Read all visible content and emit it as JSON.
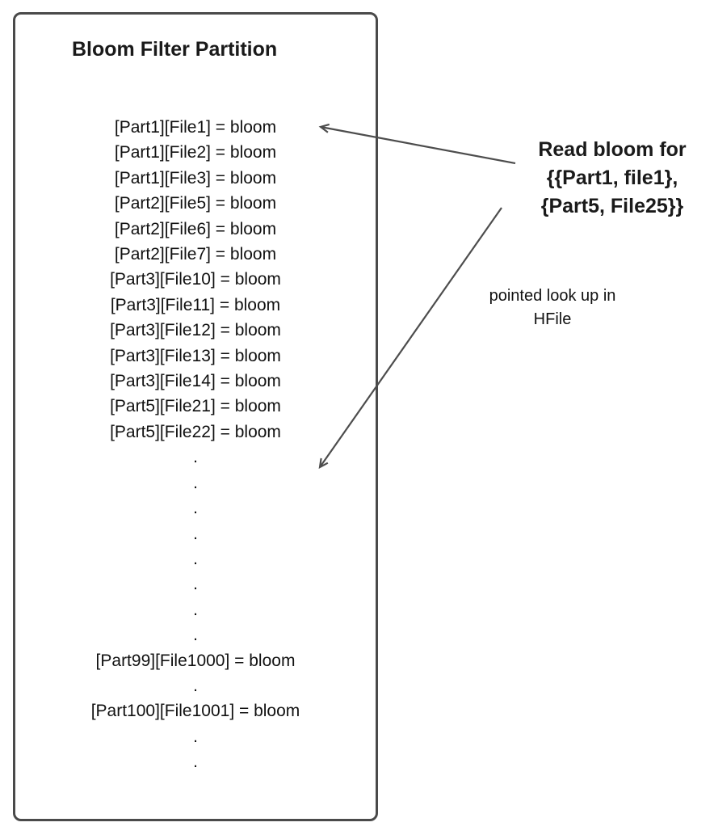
{
  "box": {
    "title": "Bloom Filter Partition",
    "entries": [
      "[Part1][File1] = bloom",
      "[Part1][File2] = bloom",
      "[Part1][File3] = bloom",
      "[Part2][File5] = bloom",
      "[Part2][File6] = bloom",
      "[Part2][File7] = bloom",
      "[Part3][File10] = bloom",
      "[Part3][File11] = bloom",
      "[Part3][File12] = bloom",
      "[Part3][File13] = bloom",
      "[Part3][File14] = bloom",
      "[Part5][File21] = bloom",
      "[Part5][File22] = bloom",
      ".",
      ".",
      ".",
      ".",
      ".",
      ".",
      ".",
      ".",
      "[Part99][File1000] = bloom",
      ".",
      "[Part100][File1001] = bloom",
      ".",
      "."
    ]
  },
  "annotations": {
    "read_bloom": {
      "lines": [
        "Read bloom for",
        "{{Part1, file1},",
        "{Part5, File25}}"
      ]
    },
    "pointed_lookup": {
      "lines": [
        "pointed look up in",
        "HFile"
      ]
    }
  },
  "colors": {
    "box_border": "#4a4a4a",
    "arrow": "#4d4d4d",
    "text": "#111111"
  }
}
